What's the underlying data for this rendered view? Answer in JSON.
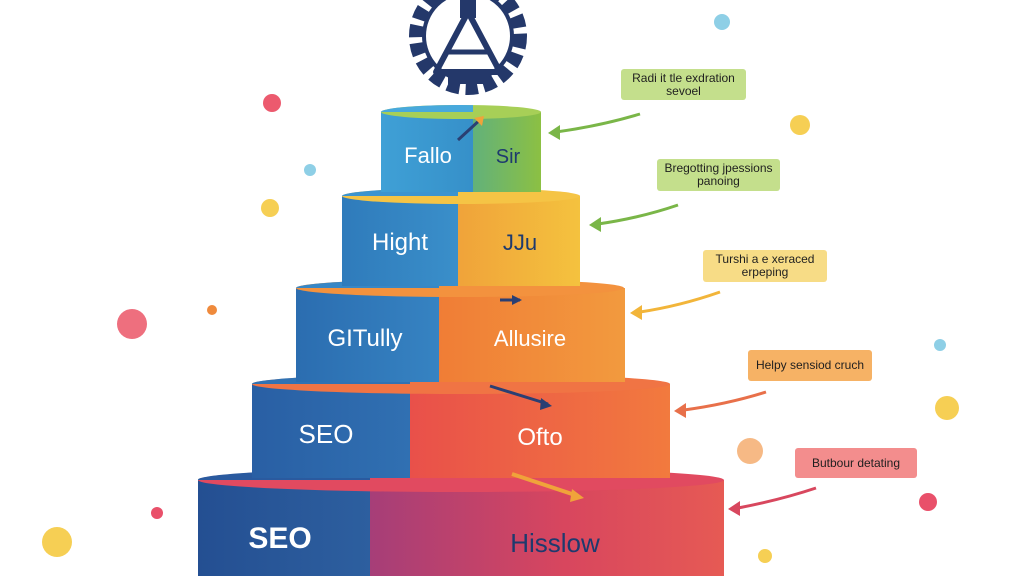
{
  "pyramid": {
    "levels": [
      {
        "left_label": "Fallo",
        "right_label": "Sir"
      },
      {
        "left_label": "Hight",
        "right_label": "JJu"
      },
      {
        "left_label": "GITully",
        "right_label": "Allusire"
      },
      {
        "left_label": "SEO",
        "right_label": "Ofto"
      },
      {
        "left_label": "SEO",
        "right_label": "Hisslow"
      }
    ]
  },
  "callouts": [
    {
      "line1": "Radi it tle exdration",
      "line2": "sevoel"
    },
    {
      "line1": "Bregotting jpessions",
      "line2": "panoing"
    },
    {
      "line1": "Turshi a e xeraced",
      "line2": "erpeping"
    },
    {
      "line1": "Helpy sensiod cruch",
      "line2": ""
    },
    {
      "line1": "Butbour detating",
      "line2": ""
    }
  ],
  "colors": {
    "blue_dark": "#26539a",
    "blue_mid": "#2f6fb0",
    "blue_light": "#3b95cf",
    "green": "#7ab648",
    "yellow": "#f2b53a",
    "orange": "#f08a3a",
    "red_orange": "#ee5a4a",
    "pink_red": "#d8475e",
    "callout_green": "#c4df8c",
    "callout_yellow": "#f7dc86",
    "callout_orange": "#f6b265",
    "callout_red": "#f38d8d"
  },
  "icons": {
    "top": "gear-compass-icon"
  }
}
